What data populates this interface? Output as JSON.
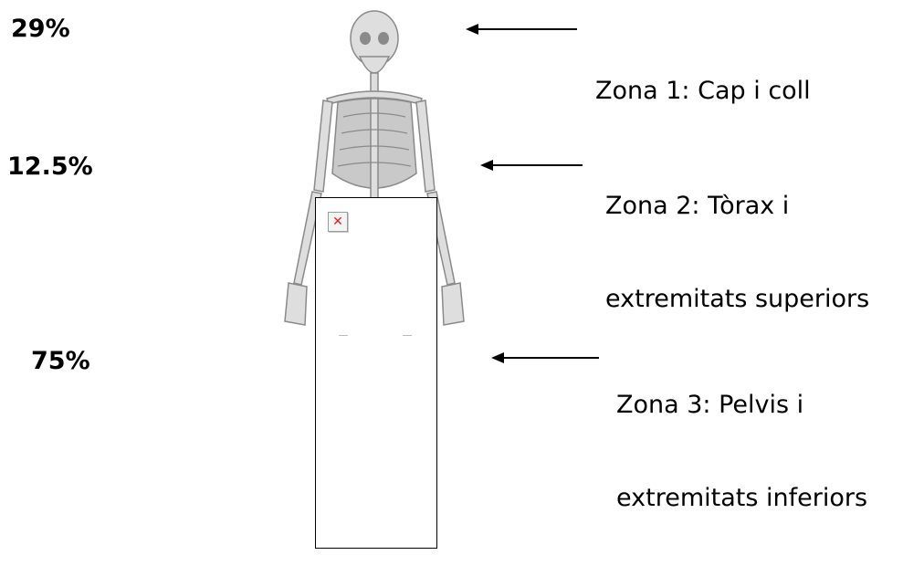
{
  "percentages": {
    "zone1": "29%",
    "zone2": "12.5%",
    "zone3": "75%"
  },
  "zones": {
    "zone1": {
      "line1": "Zona 1: Cap i coll",
      "line2": ""
    },
    "zone2": {
      "line1": "Zona 2: Tòrax i",
      "line2": "extremitats superiors"
    },
    "zone3": {
      "line1": "Zona 3: Pelvis i",
      "line2": "extremitats inferiors"
    }
  },
  "icons": {
    "skeleton": "skeleton-illustration-icon",
    "broken_image": "broken-image-icon",
    "arrow": "arrow-left-icon"
  },
  "colors": {
    "bone": "#dedede",
    "bone_outline": "#8a8a8a",
    "broken_x": "#e02020"
  }
}
